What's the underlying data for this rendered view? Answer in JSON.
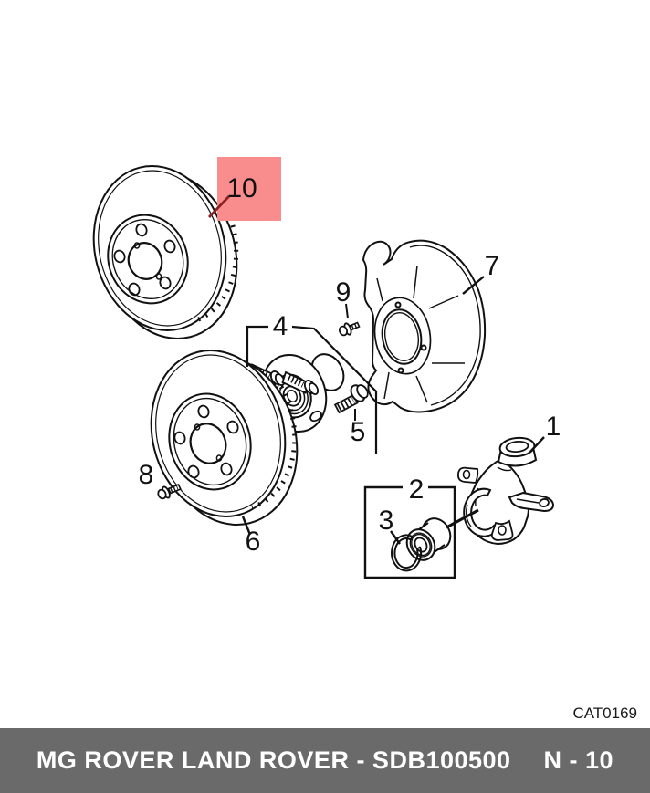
{
  "diagram": {
    "catalog_code": "CAT0169",
    "highlight": {
      "label": "10",
      "bg_color": "#f98c8c",
      "text_color": "#8a2323"
    },
    "callouts": {
      "c1": "1",
      "c2": "2",
      "c3": "3",
      "c4": "4",
      "c5": "5",
      "c6": "6",
      "c7": "7",
      "c8": "8",
      "c9": "9",
      "c10": "10"
    },
    "line_color": "#111111"
  },
  "footer": {
    "title": "MG ROVER LAND ROVER - SDB100500",
    "page_ref": "N - 10",
    "bg_color": "#6a6a6a"
  }
}
